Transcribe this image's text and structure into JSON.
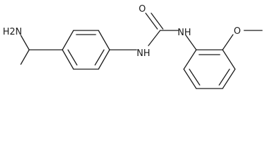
{
  "molecule": {
    "atom_labels": {
      "amine": "H2N",
      "nh_left": "NH",
      "nh_right": "NH",
      "carbonyl_o": "O",
      "methoxy_o": "O"
    }
  }
}
